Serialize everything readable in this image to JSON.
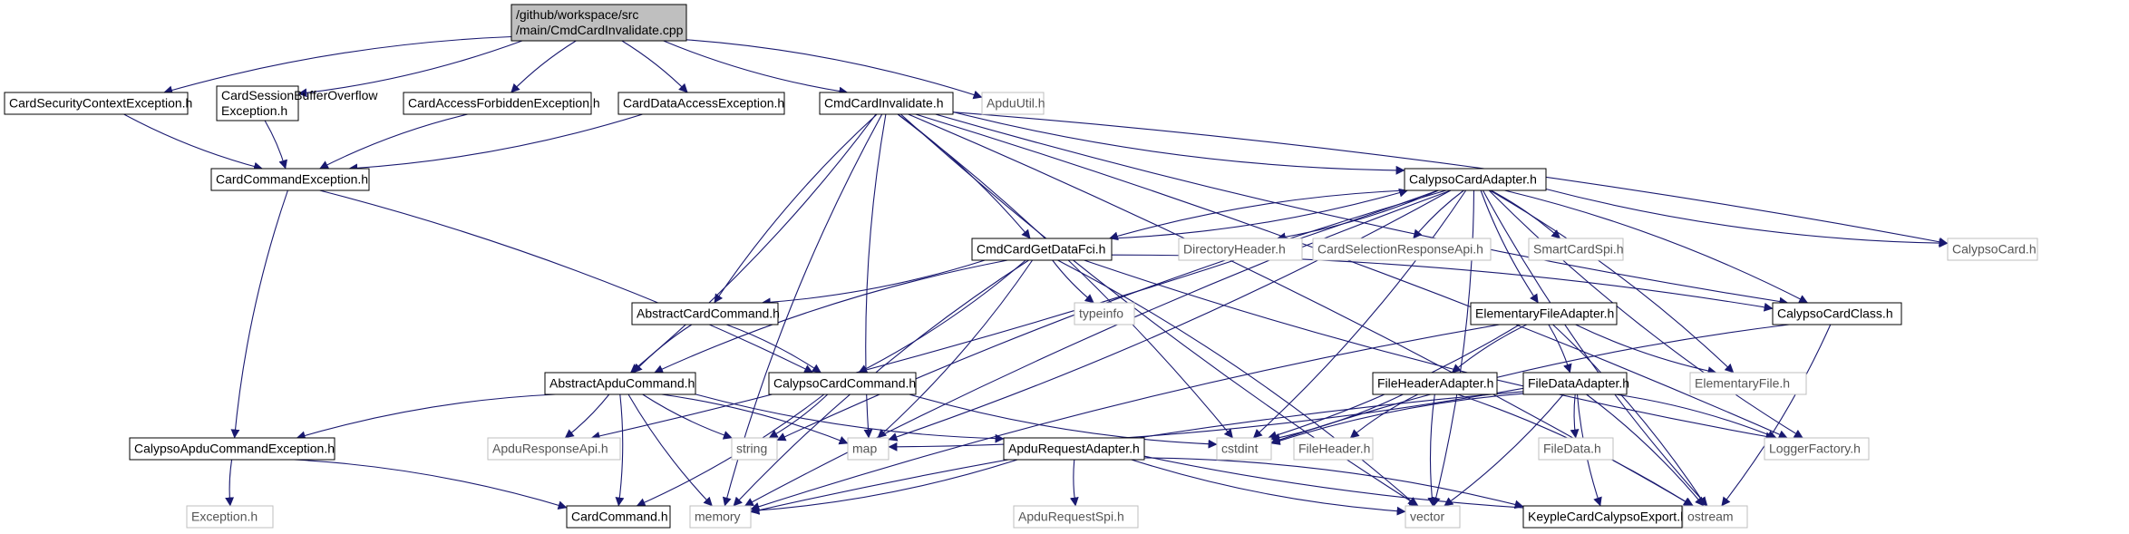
{
  "graph": {
    "title": "Include dependency graph for CmdCardInvalidate.cpp",
    "colors": {
      "edge": "#191970",
      "edge_to_ext": "#191970",
      "root_fill": "#bfbfbf",
      "documented_border": "#000000",
      "undocumented_border": "#bfbfbf"
    },
    "nodes": [
      {
        "id": "root",
        "kind": "root",
        "lines": [
          "/github/workspace/src",
          "/main/CmdCardInvalidate.cpp"
        ]
      },
      {
        "id": "cscex",
        "kind": "normal",
        "lines": [
          "CardSecurityContextException.h"
        ]
      },
      {
        "id": "csbo",
        "kind": "normal",
        "lines": [
          "CardSessionBufferOverflow",
          "Exception.h"
        ]
      },
      {
        "id": "cafe",
        "kind": "normal",
        "lines": [
          "CardAccessForbiddenException.h"
        ]
      },
      {
        "id": "cdae",
        "kind": "normal",
        "lines": [
          "CardDataAccessException.h"
        ]
      },
      {
        "id": "cci",
        "kind": "normal",
        "lines": [
          "CmdCardInvalidate.h"
        ]
      },
      {
        "id": "apduutil",
        "kind": "ext",
        "lines": [
          "ApduUtil.h"
        ]
      },
      {
        "id": "cce",
        "kind": "normal",
        "lines": [
          "CardCommandException.h"
        ]
      },
      {
        "id": "cca",
        "kind": "normal",
        "lines": [
          "CalypsoCardAdapter.h"
        ]
      },
      {
        "id": "cgdf",
        "kind": "normal",
        "lines": [
          "CmdCardGetDataFci.h"
        ]
      },
      {
        "id": "dirh",
        "kind": "ext",
        "lines": [
          "DirectoryHeader.h"
        ]
      },
      {
        "id": "csra",
        "kind": "ext",
        "lines": [
          "CardSelectionResponseApi.h"
        ]
      },
      {
        "id": "scspi",
        "kind": "ext",
        "lines": [
          "SmartCardSpi.h"
        ]
      },
      {
        "id": "calcard",
        "kind": "ext",
        "lines": [
          "CalypsoCard.h"
        ]
      },
      {
        "id": "acc",
        "kind": "normal",
        "lines": [
          "AbstractCardCommand.h"
        ]
      },
      {
        "id": "typeinfo",
        "kind": "ext",
        "lines": [
          "typeinfo"
        ]
      },
      {
        "id": "efa",
        "kind": "normal",
        "lines": [
          "ElementaryFileAdapter.h"
        ]
      },
      {
        "id": "ccclass",
        "kind": "normal",
        "lines": [
          "CalypsoCardClass.h"
        ]
      },
      {
        "id": "aac",
        "kind": "normal",
        "lines": [
          "AbstractApduCommand.h"
        ]
      },
      {
        "id": "ccmd",
        "kind": "normal",
        "lines": [
          "CalypsoCardCommand.h"
        ]
      },
      {
        "id": "fha",
        "kind": "normal",
        "lines": [
          "FileHeaderAdapter.h"
        ]
      },
      {
        "id": "fda",
        "kind": "normal",
        "lines": [
          "FileDataAdapter.h"
        ]
      },
      {
        "id": "ef",
        "kind": "ext",
        "lines": [
          "ElementaryFile.h"
        ]
      },
      {
        "id": "cace",
        "kind": "normal",
        "lines": [
          "CalypsoApduCommandException.h"
        ]
      },
      {
        "id": "ara",
        "kind": "ext",
        "lines": [
          "ApduResponseApi.h"
        ]
      },
      {
        "id": "string",
        "kind": "ext",
        "lines": [
          "string"
        ]
      },
      {
        "id": "map",
        "kind": "ext",
        "lines": [
          "map"
        ]
      },
      {
        "id": "ara2",
        "kind": "normal",
        "lines": [
          "ApduRequestAdapter.h"
        ]
      },
      {
        "id": "cstdint",
        "kind": "ext",
        "lines": [
          "cstdint"
        ]
      },
      {
        "id": "fileheader",
        "kind": "ext",
        "lines": [
          "FileHeader.h"
        ]
      },
      {
        "id": "filedata",
        "kind": "ext",
        "lines": [
          "FileData.h"
        ]
      },
      {
        "id": "logger",
        "kind": "ext",
        "lines": [
          "LoggerFactory.h"
        ]
      },
      {
        "id": "exception",
        "kind": "ext",
        "lines": [
          "Exception.h"
        ]
      },
      {
        "id": "cardcmd",
        "kind": "normal",
        "lines": [
          "CardCommand.h"
        ]
      },
      {
        "id": "memory",
        "kind": "ext",
        "lines": [
          "memory"
        ]
      },
      {
        "id": "apdureqspi",
        "kind": "ext",
        "lines": [
          "ApduRequestSpi.h"
        ]
      },
      {
        "id": "vector",
        "kind": "ext",
        "lines": [
          "vector"
        ]
      },
      {
        "id": "kccexport",
        "kind": "normal",
        "lines": [
          "KeypleCardCalypsoExport.h"
        ]
      },
      {
        "id": "ostream",
        "kind": "ext",
        "lines": [
          "ostream"
        ]
      }
    ],
    "edges": [
      [
        "root",
        "cscex"
      ],
      [
        "root",
        "csbo"
      ],
      [
        "root",
        "cafe"
      ],
      [
        "root",
        "cdae"
      ],
      [
        "root",
        "cci"
      ],
      [
        "root",
        "apduutil"
      ],
      [
        "cscex",
        "cce"
      ],
      [
        "csbo",
        "cce"
      ],
      [
        "cafe",
        "cce"
      ],
      [
        "cdae",
        "cce"
      ],
      [
        "cce",
        "cace"
      ],
      [
        "cce",
        "ccmd"
      ],
      [
        "cci",
        "cca"
      ],
      [
        "cci",
        "cgdf"
      ],
      [
        "cci",
        "acc"
      ],
      [
        "cci",
        "aac"
      ],
      [
        "cci",
        "map"
      ],
      [
        "cci",
        "cstdint"
      ],
      [
        "cci",
        "memory"
      ],
      [
        "cci",
        "calcard"
      ],
      [
        "cci",
        "ccclass"
      ],
      [
        "cci",
        "logger"
      ],
      [
        "cci",
        "vector"
      ],
      [
        "cci",
        "ostream"
      ],
      [
        "cca",
        "cgdf"
      ],
      [
        "cca",
        "dirh"
      ],
      [
        "cca",
        "csra"
      ],
      [
        "cca",
        "scspi"
      ],
      [
        "cca",
        "calcard"
      ],
      [
        "cca",
        "ccclass"
      ],
      [
        "cca",
        "efa"
      ],
      [
        "cca",
        "ef"
      ],
      [
        "cca",
        "logger"
      ],
      [
        "cca",
        "cstdint"
      ],
      [
        "cca",
        "string"
      ],
      [
        "cca",
        "map"
      ],
      [
        "cca",
        "memory"
      ],
      [
        "cca",
        "vector"
      ],
      [
        "cca",
        "ostream"
      ],
      [
        "cca",
        "ara"
      ],
      [
        "cgdf",
        "cca"
      ],
      [
        "cgdf",
        "acc"
      ],
      [
        "cgdf",
        "aac"
      ],
      [
        "cgdf",
        "ccmd"
      ],
      [
        "cgdf",
        "typeinfo"
      ],
      [
        "cgdf",
        "ccclass"
      ],
      [
        "cgdf",
        "logger"
      ],
      [
        "cgdf",
        "map"
      ],
      [
        "cgdf",
        "memory"
      ],
      [
        "cgdf",
        "vector"
      ],
      [
        "acc",
        "aac"
      ],
      [
        "acc",
        "ccmd"
      ],
      [
        "efa",
        "fha"
      ],
      [
        "efa",
        "fda"
      ],
      [
        "efa",
        "ef"
      ],
      [
        "efa",
        "cstdint"
      ],
      [
        "efa",
        "memory"
      ],
      [
        "efa",
        "ostream"
      ],
      [
        "ccclass",
        "cstdint"
      ],
      [
        "ccclass",
        "ostream"
      ],
      [
        "aac",
        "cace"
      ],
      [
        "aac",
        "ara"
      ],
      [
        "aac",
        "string"
      ],
      [
        "aac",
        "map"
      ],
      [
        "aac",
        "ara2"
      ],
      [
        "aac",
        "cardcmd"
      ],
      [
        "aac",
        "memory"
      ],
      [
        "ccmd",
        "string"
      ],
      [
        "ccmd",
        "cstdint"
      ],
      [
        "ccmd",
        "cardcmd"
      ],
      [
        "fha",
        "fileheader"
      ],
      [
        "fha",
        "cstdint"
      ],
      [
        "fha",
        "vector"
      ],
      [
        "fha",
        "ostream"
      ],
      [
        "fda",
        "filedata"
      ],
      [
        "fda",
        "logger"
      ],
      [
        "fda",
        "cstdint"
      ],
      [
        "fda",
        "map"
      ],
      [
        "fda",
        "memory"
      ],
      [
        "fda",
        "vector"
      ],
      [
        "fda",
        "kccexport"
      ],
      [
        "fda",
        "ostream"
      ],
      [
        "cace",
        "exception"
      ],
      [
        "cace",
        "cardcmd"
      ],
      [
        "ara2",
        "apdureqspi"
      ],
      [
        "ara2",
        "memory"
      ],
      [
        "ara2",
        "vector"
      ],
      [
        "ara2",
        "kccexport"
      ],
      [
        "ara2",
        "ostream"
      ]
    ]
  }
}
